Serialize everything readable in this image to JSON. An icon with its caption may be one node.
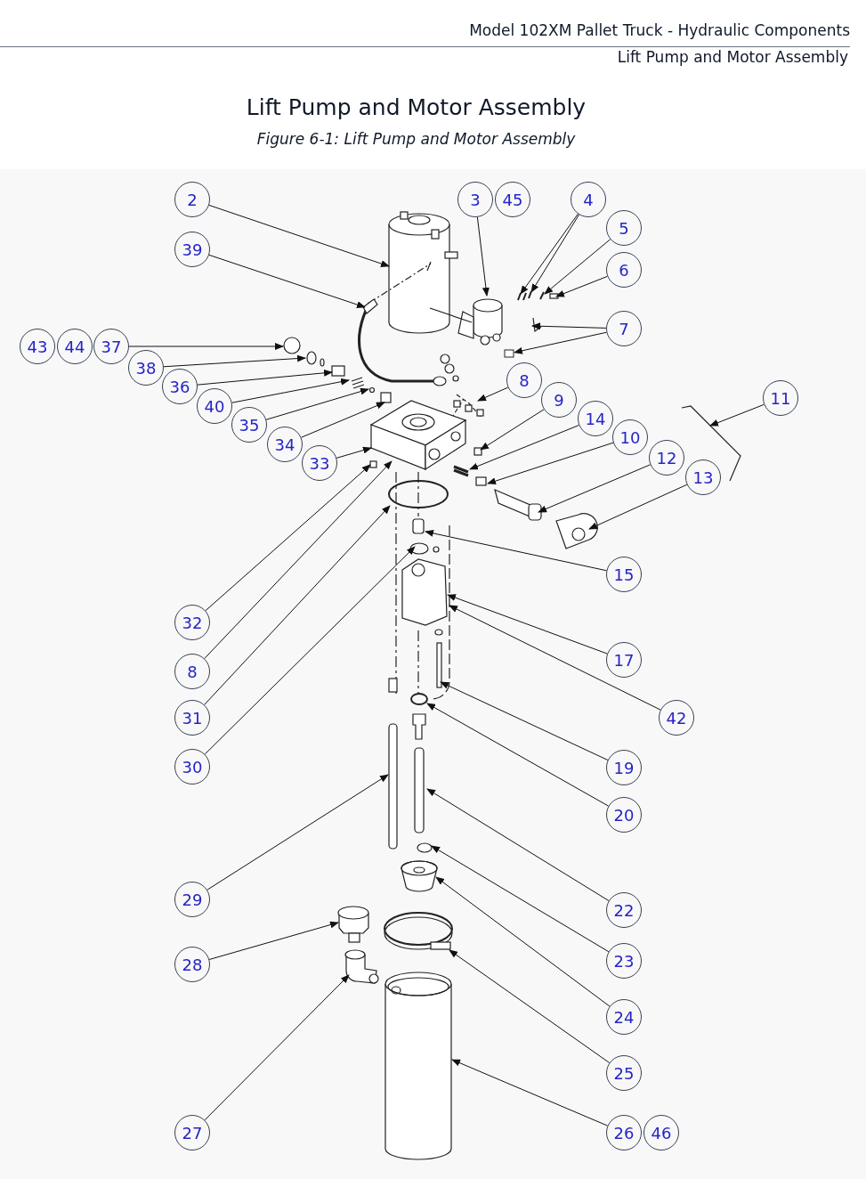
{
  "diagram": {
    "title": "Lift Pump and Motor Assembly",
    "caption": "Figure 6-1: Lift Pump and Motor Assembly",
    "nodes": [
      {
        "text": [
          "2"
        ]
      },
      {
        "text": [
          "3"
        ]
      },
      {
        "text": [
          "45"
        ]
      },
      {
        "text": [
          "4"
        ]
      },
      {
        "text": [
          "39"
        ]
      },
      {
        "text": [
          "5"
        ]
      },
      {
        "text": [
          "6"
        ]
      },
      {
        "text": [
          "43"
        ]
      },
      {
        "text": [
          "44"
        ]
      },
      {
        "text": [
          "37"
        ]
      },
      {
        "text": [
          "7"
        ]
      },
      {
        "text": [
          "38"
        ]
      },
      {
        "text": [
          "36"
        ]
      },
      {
        "text": [
          "8"
        ]
      },
      {
        "text": [
          "40"
        ]
      },
      {
        "text": [
          "9"
        ]
      },
      {
        "text": [
          "14"
        ]
      },
      {
        "text": [
          "35"
        ]
      },
      {
        "text": [
          "10"
        ]
      },
      {
        "text": [
          "11"
        ]
      },
      {
        "text": [
          "34"
        ]
      },
      {
        "text": [
          "12"
        ]
      },
      {
        "text": [
          "33"
        ]
      },
      {
        "text": [
          "13"
        ]
      },
      {
        "text": [
          "15"
        ]
      },
      {
        "text": [
          "32"
        ]
      },
      {
        "text": [
          "17"
        ]
      },
      {
        "text": [
          "8"
        ]
      },
      {
        "text": [
          "42"
        ]
      },
      {
        "text": [
          "31"
        ]
      },
      {
        "text": [
          "19"
        ]
      },
      {
        "text": [
          "30"
        ]
      },
      {
        "text": [
          "20"
        ]
      },
      {
        "text": [
          "29"
        ]
      },
      {
        "text": [
          "22"
        ]
      },
      {
        "text": [
          "23"
        ]
      },
      {
        "text": [
          "24"
        ]
      },
      {
        "text": [
          "28"
        ]
      },
      {
        "text": [
          "25"
        ]
      },
      {
        "text": [
          "27"
        ]
      },
      {
        "text": [
          "26"
        ]
      },
      {
        "text": [
          "46"
        ]
      },
      {
        "text": [],
        "shape": "box"
      }
    ],
    "edges": [
      {
        "from": 0,
        "to": null,
        "arrow": "to"
      },
      {
        "from": 1,
        "to": null,
        "arrow": "to"
      },
      {
        "from": 3,
        "to": null,
        "arrow": "to"
      },
      {
        "from": 3,
        "to": null,
        "arrow": "to"
      },
      {
        "from": 4,
        "to": null,
        "arrow": "to"
      },
      {
        "from": 5,
        "to": null,
        "arrow": "to"
      },
      {
        "from": 6,
        "to": null,
        "arrow": "to"
      },
      {
        "from": 9,
        "to": null,
        "arrow": "to"
      },
      {
        "from": 10,
        "to": null,
        "arrow": "to"
      },
      {
        "from": 10,
        "to": 42,
        "arrow": "to"
      },
      {
        "from": 11,
        "to": null,
        "arrow": "to"
      },
      {
        "from": 12,
        "to": null,
        "arrow": "to"
      },
      {
        "from": 13,
        "to": null,
        "arrow": "to"
      },
      {
        "from": 14,
        "to": null,
        "arrow": "to"
      },
      {
        "from": 15,
        "to": null,
        "arrow": "to"
      },
      {
        "from": 16,
        "to": null,
        "arrow": "to"
      },
      {
        "from": 17,
        "to": null,
        "arrow": "to"
      },
      {
        "from": 18,
        "to": null,
        "arrow": "to"
      },
      {
        "from": 19,
        "to": null,
        "arrow": "to"
      },
      {
        "from": 20,
        "to": null,
        "arrow": "to"
      },
      {
        "from": 21,
        "to": null,
        "arrow": "to"
      },
      {
        "from": 22,
        "to": null,
        "arrow": "to"
      },
      {
        "from": 23,
        "to": null,
        "arrow": "to"
      },
      {
        "from": 24,
        "to": null,
        "arrow": "to"
      },
      {
        "from": 25,
        "to": null,
        "arrow": "to"
      },
      {
        "from": 26,
        "to": null,
        "arrow": "to"
      },
      {
        "from": 27,
        "to": null,
        "arrow": "to"
      },
      {
        "from": 28,
        "to": null,
        "arrow": "to"
      },
      {
        "from": 29,
        "to": null,
        "arrow": "to"
      },
      {
        "from": 30,
        "to": null,
        "arrow": "to"
      },
      {
        "from": 31,
        "to": null,
        "arrow": "to"
      },
      {
        "from": 32,
        "to": null,
        "arrow": "to"
      },
      {
        "from": 33,
        "to": null,
        "arrow": "to"
      },
      {
        "from": 34,
        "to": null,
        "arrow": "to"
      },
      {
        "from": 35,
        "to": null,
        "arrow": "to"
      },
      {
        "from": 36,
        "to": null,
        "arrow": "to"
      },
      {
        "from": 37,
        "to": null,
        "arrow": "to"
      },
      {
        "from": 38,
        "to": null,
        "arrow": "to"
      },
      {
        "from": 39,
        "to": null,
        "arrow": "to"
      },
      {
        "from": 40,
        "to": null,
        "arrow": "to"
      }
    ],
    "labels": [
      "Model 102XM Pallet Truck - Hydraulic Components",
      "Lift Pump and Motor Assembly"
    ]
  }
}
